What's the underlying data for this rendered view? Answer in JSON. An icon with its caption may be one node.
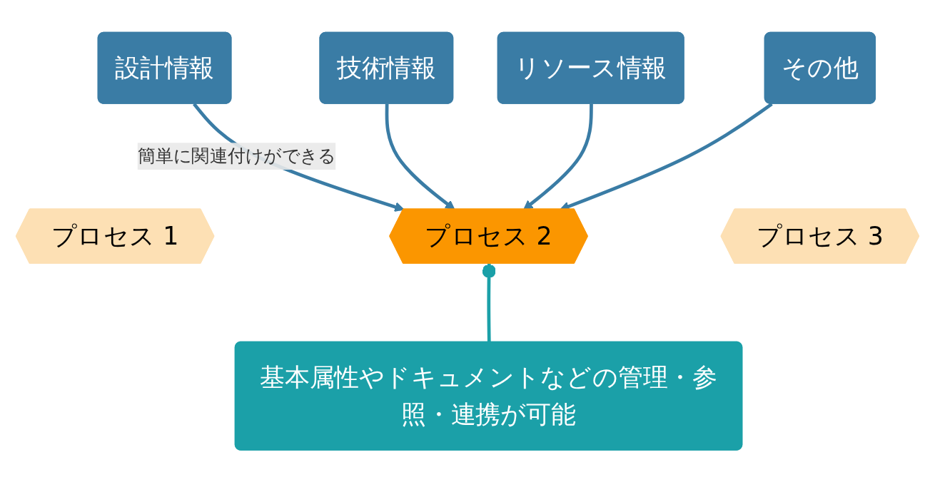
{
  "diagram": {
    "nodes": [
      {
        "text": [
          "設計情報"
        ]
      },
      {
        "text": [
          "技術情報"
        ]
      },
      {
        "text": [
          "リソース情報"
        ]
      },
      {
        "text": [
          "その他"
        ]
      },
      {
        "text": [
          "プロセス 1"
        ]
      },
      {
        "text": [
          "プロセス 2"
        ]
      },
      {
        "text": [
          "プロセス 3"
        ]
      },
      {
        "text": [
          "基本属性やドキュメントなどの管理・参照・連携が可能"
        ]
      }
    ],
    "edges": [
      {
        "from": 0,
        "to": 5,
        "arrow": "to",
        "label": "簡単に関連付けができる"
      },
      {
        "from": 1,
        "to": 5,
        "arrow": "to"
      },
      {
        "from": 2,
        "to": 5,
        "arrow": "to"
      },
      {
        "from": 3,
        "to": 5,
        "arrow": "to"
      },
      {
        "from": 5,
        "to": 7,
        "arrow": "other",
        "color": "#1ba0a8"
      }
    ]
  }
}
